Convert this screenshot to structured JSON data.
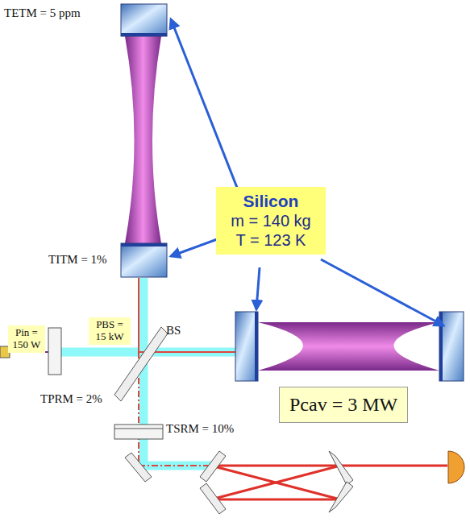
{
  "diagram": {
    "nodes": [
      {
        "text": [
          "Silicon",
          "m = 140 kg",
          "T = 123 K"
        ]
      },
      {
        "text": [
          "Pin = 150 W"
        ]
      },
      {
        "text": [
          "PBS = 15 kW"
        ]
      },
      {
        "text": [
          "Pcav = 3 MW"
        ]
      }
    ],
    "labels": [
      "TETM = 5 ppm",
      "TITM = 1%",
      "BS",
      "TPRM = 2%",
      "TSRM = 10%"
    ]
  }
}
